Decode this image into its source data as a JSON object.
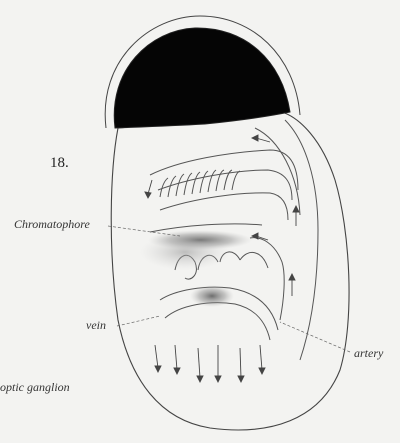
{
  "figure": {
    "number": "18.",
    "labels": {
      "chromatophore": "Chromatophore",
      "vein": "vein",
      "artery": "artery",
      "optic_ganglion": "optic ganglion"
    }
  },
  "colors": {
    "background": "#f3f3f1",
    "ink": "#333333",
    "eye_fill": "#050505"
  }
}
